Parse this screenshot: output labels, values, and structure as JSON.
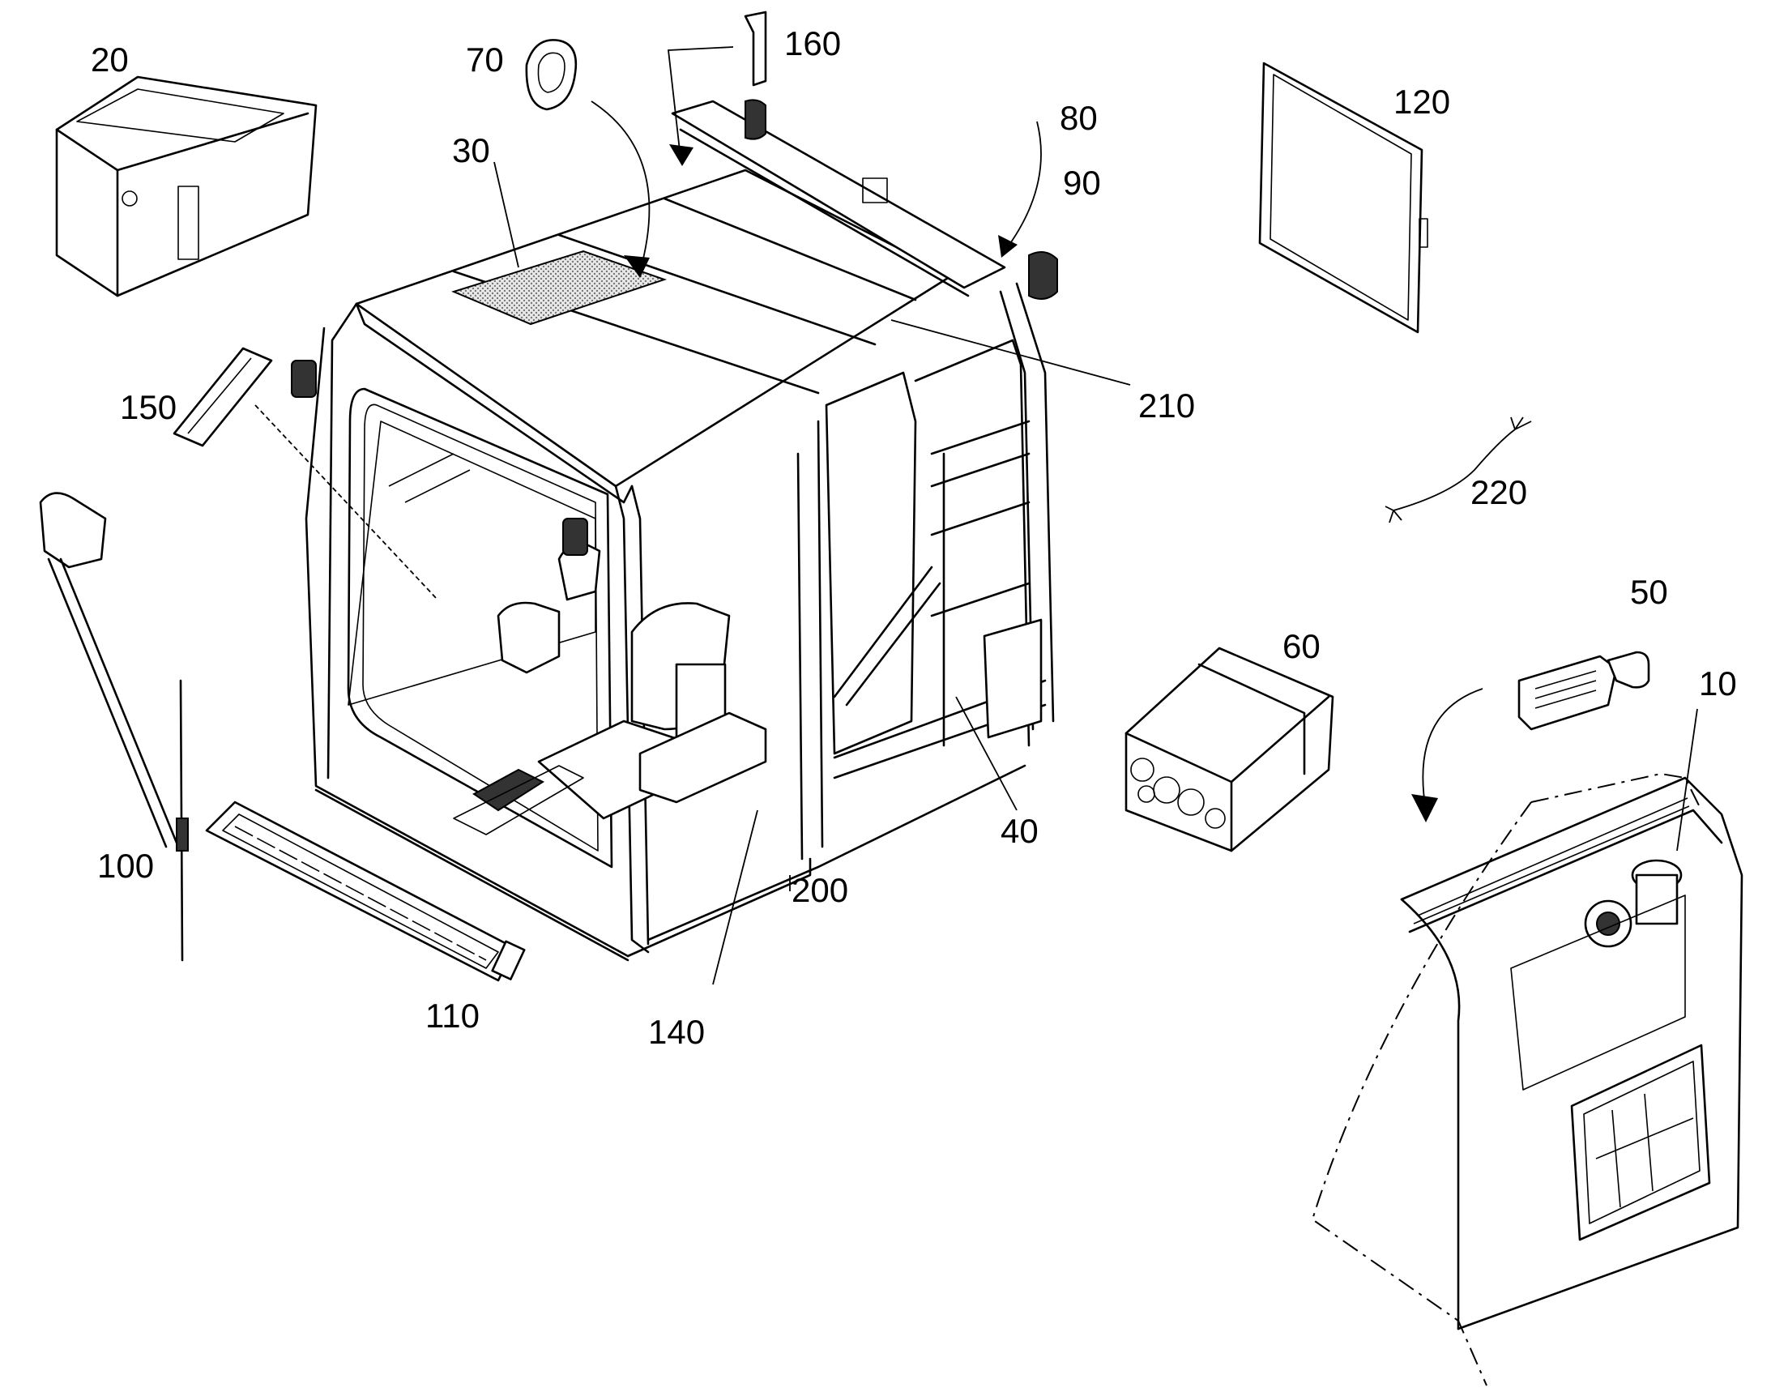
{
  "figure": {
    "reference_numerals": {
      "r10": "10",
      "r20": "20",
      "r30": "30",
      "r40": "40",
      "r50": "50",
      "r60": "60",
      "r70": "70",
      "r80": "80",
      "r90": "90",
      "r100": "100",
      "r110": "110",
      "r120": "120",
      "r140": "140",
      "r150": "150",
      "r160": "160",
      "r200": "200",
      "r210": "210",
      "r220": "220"
    }
  }
}
